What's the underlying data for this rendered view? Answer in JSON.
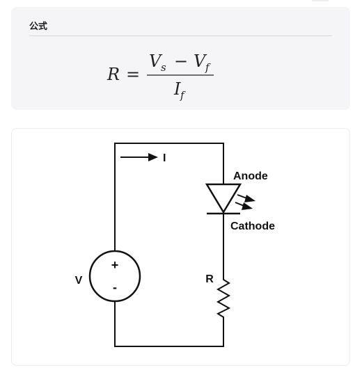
{
  "formula": {
    "label": "公式",
    "lhs": "R",
    "equals": "=",
    "numerator_left": "V",
    "numerator_left_sub": "s",
    "minus": "−",
    "numerator_right": "V",
    "numerator_right_sub": "f",
    "denominator": "I",
    "denominator_sub": "f"
  },
  "circuit": {
    "current_label": "I",
    "source_label": "V",
    "plus": "+",
    "minus": "-",
    "anode_label": "Anode",
    "cathode_label": "Cathode",
    "resistor_label": "R"
  }
}
